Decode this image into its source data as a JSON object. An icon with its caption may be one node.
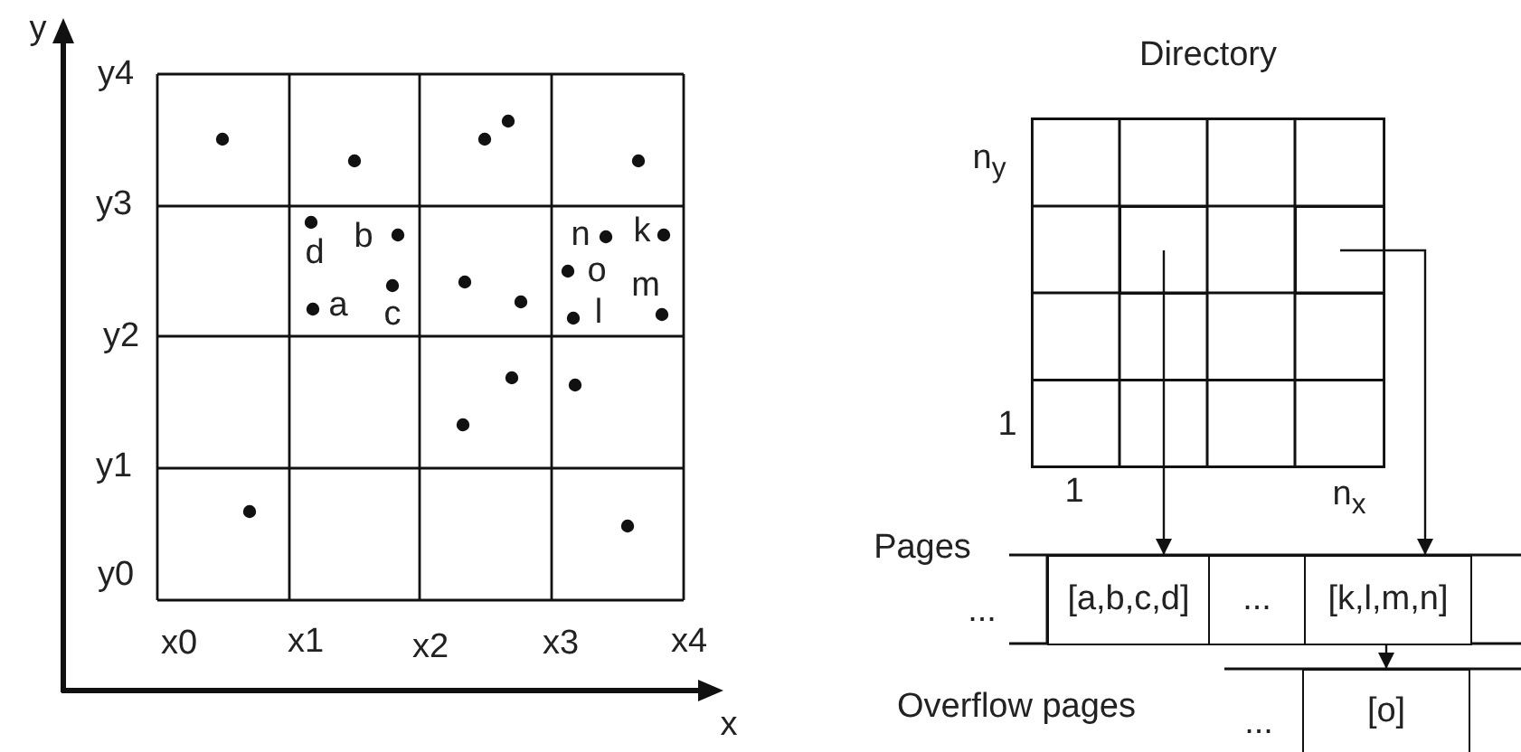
{
  "diagram": {
    "nodes": [
      {
        "text": [
          "Directory"
        ]
      },
      {
        "text": [],
        "shape": "box",
        "in": 0
      },
      {
        "text": [],
        "shape": "box",
        "in": 0
      },
      {
        "text": [
          "[a,b,c,d]"
        ]
      },
      {
        "text": [
          "..."
        ]
      },
      {
        "text": [
          "[k,l,m,n]"
        ]
      },
      {
        "text": [
          "[o]"
        ]
      }
    ],
    "edges": [
      {
        "from": 1,
        "to": 3,
        "arrow": "to"
      },
      {
        "from": 2,
        "to": 5,
        "arrow": "to"
      },
      {
        "from": 5,
        "to": 6,
        "arrow": "to"
      }
    ],
    "labels": [
      "y",
      "y4",
      "y3",
      "y2",
      "y1",
      "y0",
      "x0",
      "x1",
      "x2",
      "x3",
      "x4",
      "x",
      "d",
      "b",
      "n",
      "k",
      "o",
      "m",
      "a",
      "c",
      "l",
      "n$_{y}$",
      "1",
      "1",
      "n$_{x}$",
      "Pages",
      "...",
      "Overflow pages",
      "..."
    ]
  }
}
